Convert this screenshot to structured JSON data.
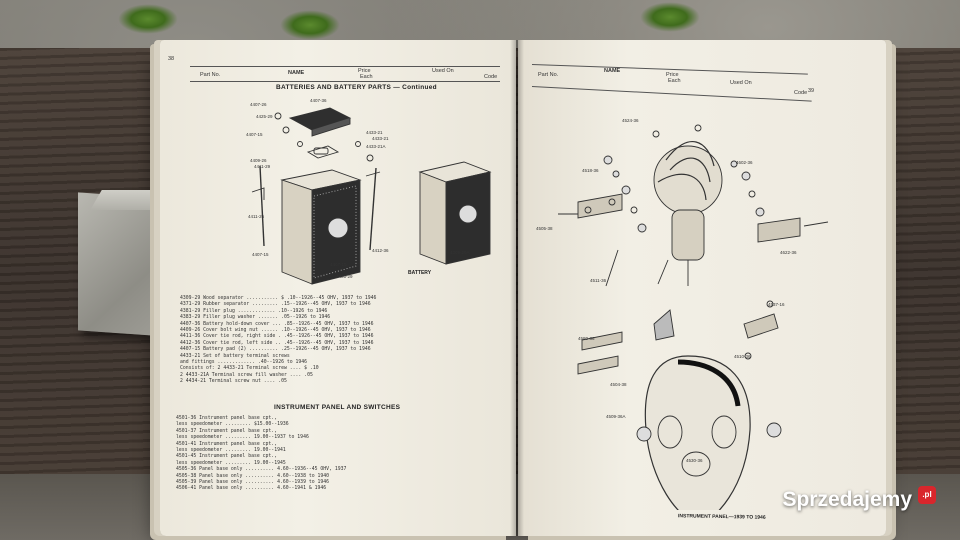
{
  "left_page": {
    "header": {
      "page_number": "38",
      "part_no": "Part No.",
      "name": "NAME",
      "price": "Price",
      "each": "Each",
      "used_on": "Used On",
      "code": "Code"
    },
    "section_title": "BATTERIES AND BATTERY PARTS — Continued",
    "illustration_caption": "BATTERY",
    "callouts": [
      "4407-26",
      "4407-36",
      "4425-29",
      "4433-21",
      "4433-21A",
      "4407-15",
      "4409-26",
      "4411-26",
      "4412-36",
      "4407-15",
      "4405-29",
      "4433-21",
      "4309-29A",
      "4411-29",
      "4407-15"
    ],
    "parts": [
      "4309-29  Wood separator ...........  $ .10--1926--45 OHV, 1937 to 1946",
      "4371-29  Rubber separator .........  .15--1926--45 OHV, 1937 to 1946",
      "4381-29  Filler plug .............  .10--1926 to 1946",
      "4383-29  Filler plug washer .......  .05--1926 to 1946",
      "4407-36  Battery hold-down cover ...  .85--1926--45 OHV, 1937 to 1946",
      "4409-26  Cover bolt wing nut ......  .10--1926--45 OHV, 1937 to 1946",
      "4411-36  Cover tie rod, right side .  .45--1926--45 OHV, 1937 to 1946",
      "4412-36  Cover tie rod, left side ..  .45--1926--45 OHV, 1937 to 1946",
      "4407-15  Battery pad (2) ..........  .25--1926--45 OHV, 1937 to 1946",
      "4433-21  Set of battery terminal screws",
      "         and fittings .............  .40--1926 to 1946",
      "         Consists of: 2 4433-21 Terminal screw ....  $ .10",
      "                      2 4433-21A Terminal screw fill washer ....  .05",
      "                      2 4434-21 Terminal screw nut ....  .05"
    ],
    "section2_title": "INSTRUMENT PANEL AND SWITCHES",
    "parts2": [
      "4501-36  Instrument panel base cpt.,",
      "         less speedometer .........  $15.00--1936",
      "4501-37  Instrument panel base cpt.,",
      "         less speedometer .........  19.00--1937 to 1946",
      "4501-41  Instrument panel base cpt.,",
      "         less speedometer .........  19.00--1941",
      "4501-45  Instrument panel base cpt.,",
      "         less speedometer .........  19.00--1945",
      "4505-36  Panel base only ..........  4.60--1936--45 OHV, 1937",
      "4505-38  Panel base only ..........  4.60--1938 to 1940",
      "4505-39  Panel base only ..........  4.60--1939 to 1946",
      "4506-41  Panel base only ..........  4.60--1941 & 1946"
    ]
  },
  "right_page": {
    "header": {
      "page_number": "39",
      "part_no": "Part No.",
      "name": "NAME",
      "price": "Price",
      "each": "Each",
      "used_on": "Used On",
      "code": "Code"
    },
    "illustration_caption": "INSTRUMENT PANEL—1939 TO 1946",
    "callouts": [
      "4524-36",
      "4518-36",
      "4505-38",
      "4602-36",
      "4622-36",
      "4580-36",
      "4504-38",
      "4509-36A",
      "4510-36",
      "4530-36",
      "4511-36",
      "4537-16"
    ]
  },
  "watermark": {
    "text": "Sprzedajemy",
    "badge": ".pl"
  },
  "colors": {
    "paper": "#f0ede2",
    "ink": "#2c2c2c",
    "wood": "#3f352e",
    "watermark_badge": "#d9262c"
  }
}
